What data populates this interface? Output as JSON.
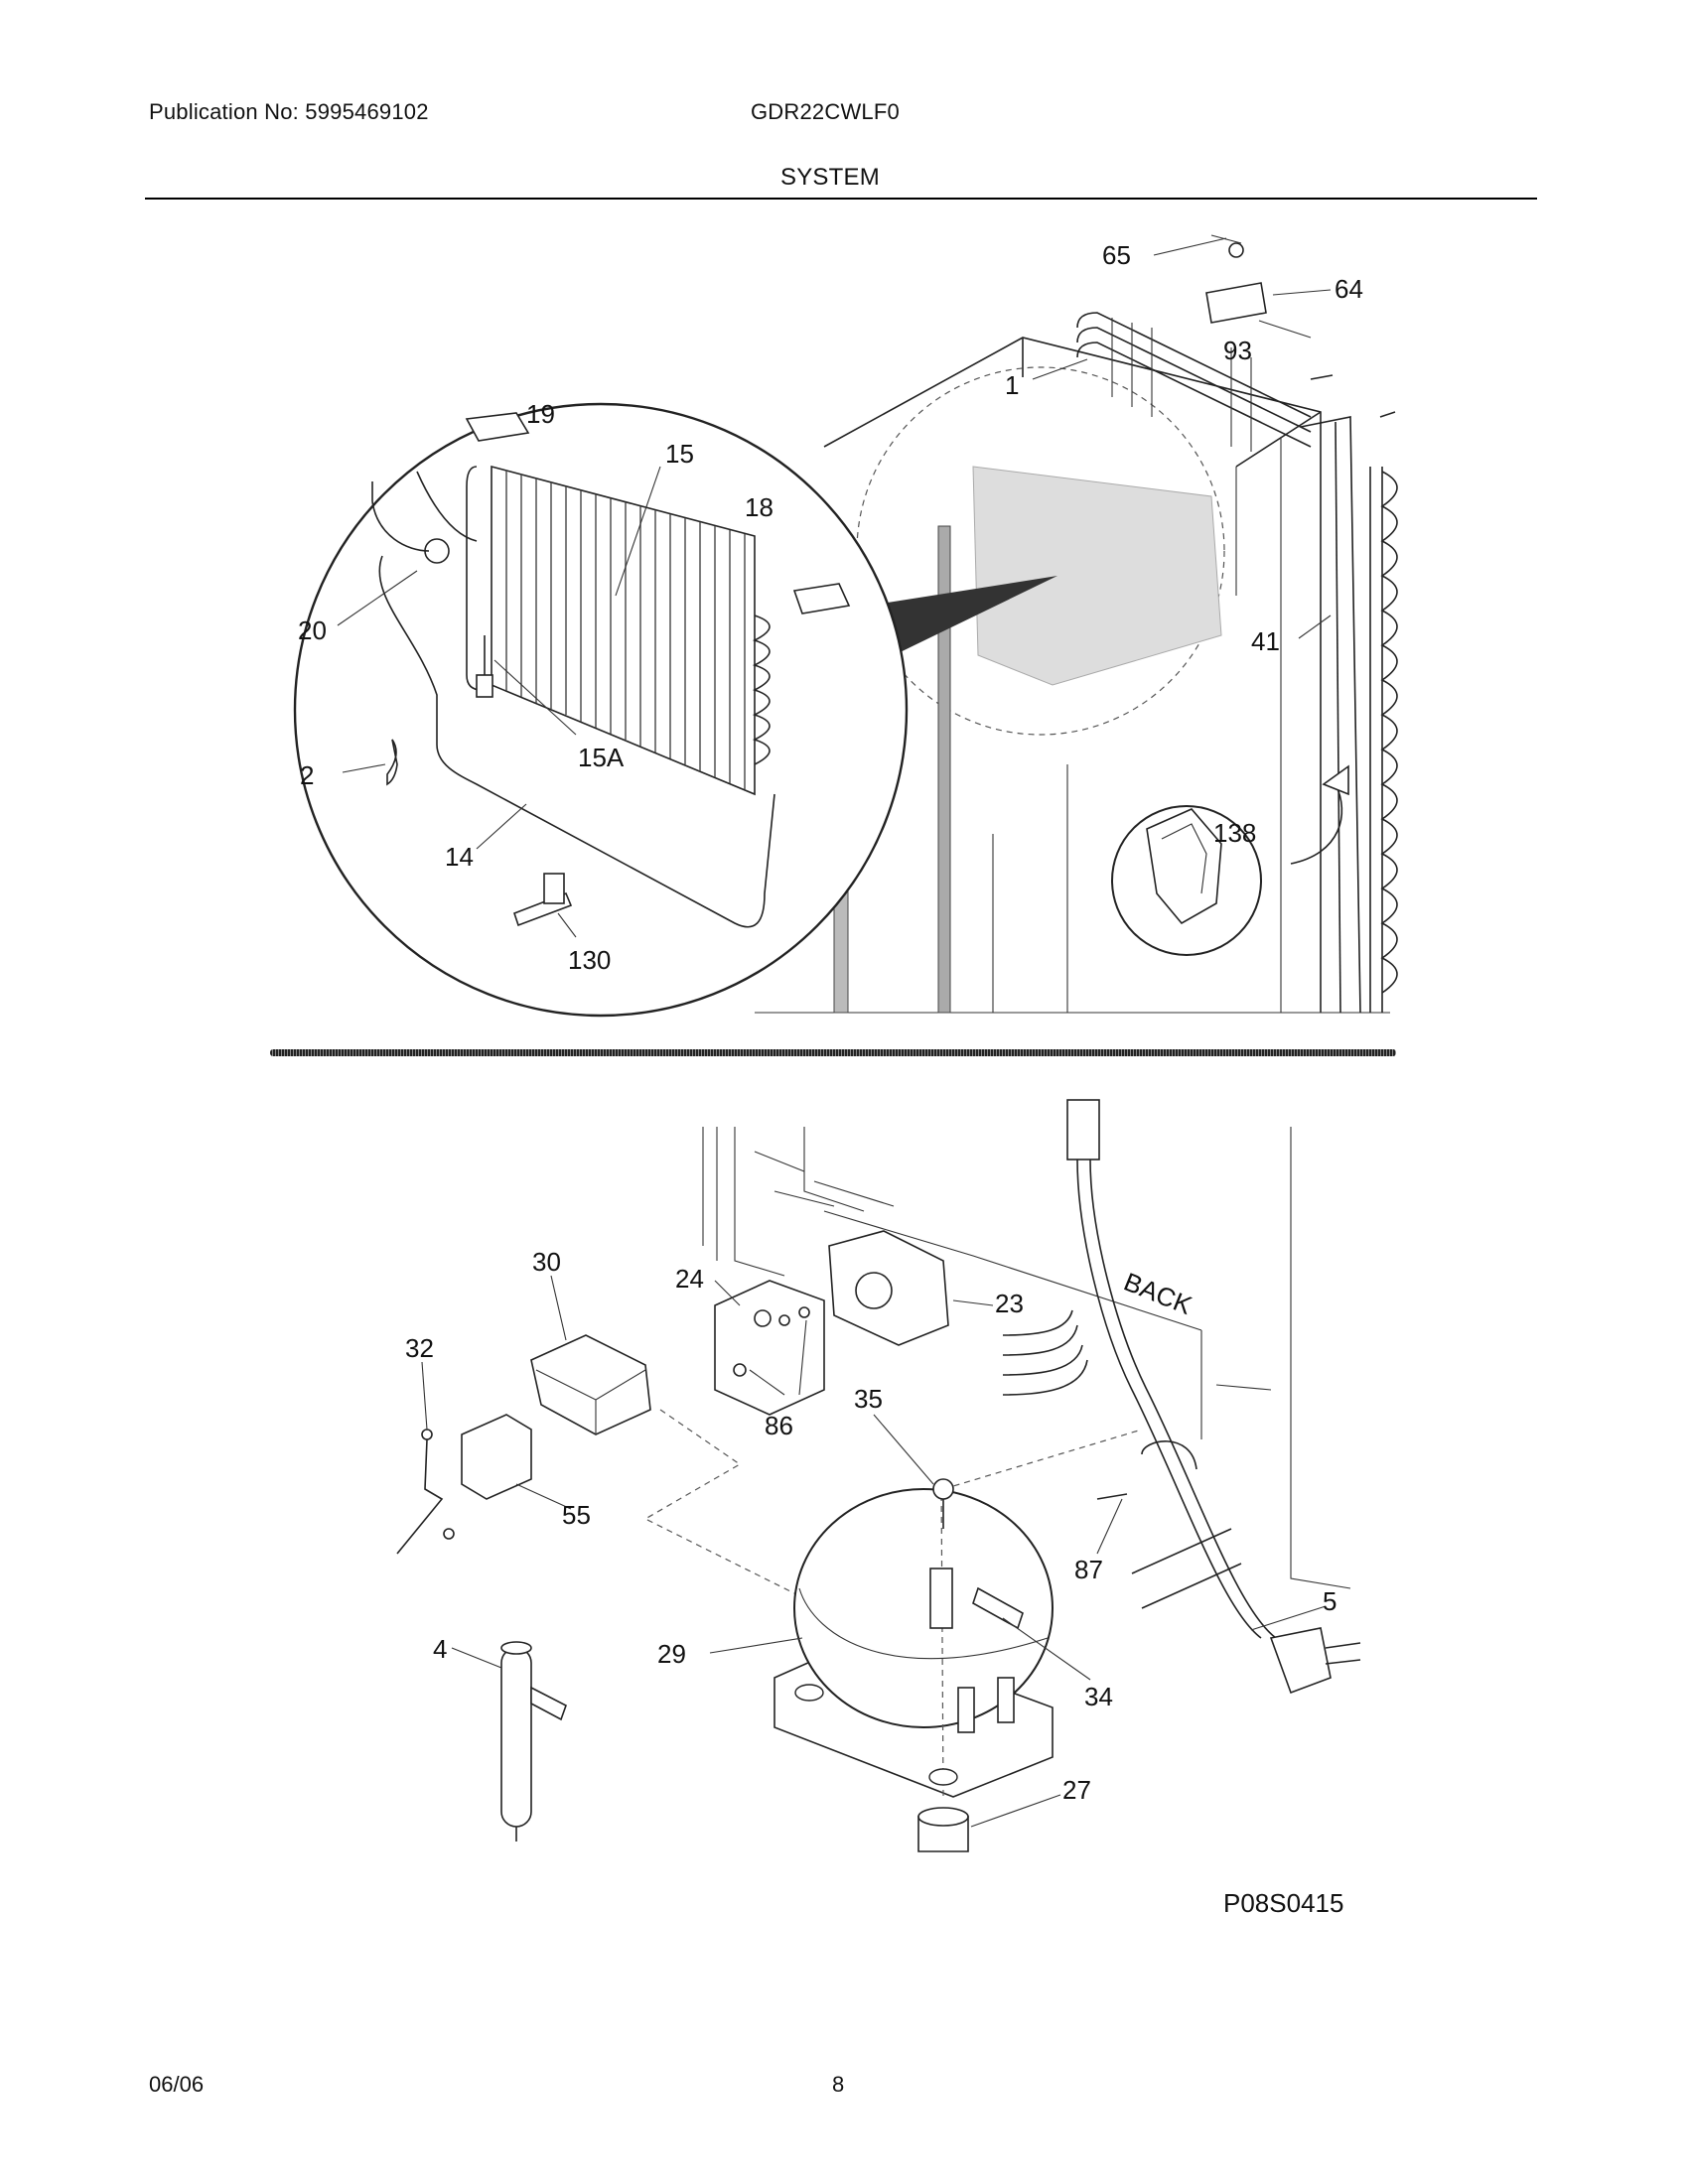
{
  "header": {
    "publication": "Publication No: 5995469102",
    "model": "GDR22CWLF0",
    "section": "SYSTEM"
  },
  "footer": {
    "date": "06/06",
    "page": "8"
  },
  "diagram_code": "P08S0415",
  "callouts": {
    "c65": "65",
    "c64": "64",
    "c93": "93",
    "c1": "1",
    "c19": "19",
    "c15": "15",
    "c18": "18",
    "c20": "20",
    "c41": "41",
    "c15A": "15A",
    "c2": "2",
    "c138": "138",
    "c14": "14",
    "c130": "130",
    "c30": "30",
    "c24": "24",
    "c23": "23",
    "cBack": "BACK",
    "c32": "32",
    "c35": "35",
    "c86": "86",
    "c55": "55",
    "c87": "87",
    "c5": "5",
    "c4": "4",
    "c29": "29",
    "c34": "34",
    "c27": "27"
  }
}
